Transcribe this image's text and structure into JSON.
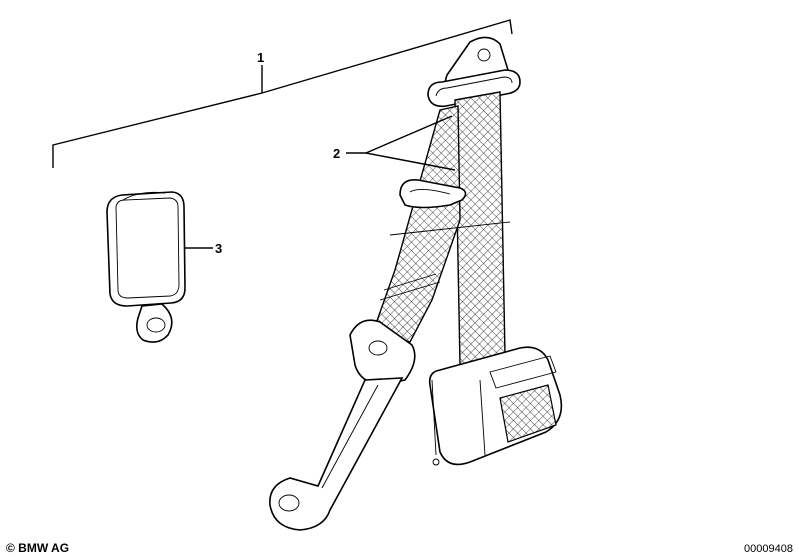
{
  "diagram": {
    "callouts": [
      {
        "id": "1",
        "label": "1"
      },
      {
        "id": "2",
        "label": "2"
      },
      {
        "id": "3",
        "label": "3"
      }
    ]
  },
  "footer": {
    "copyright": "© BMW AG",
    "image_number": "00009408"
  }
}
